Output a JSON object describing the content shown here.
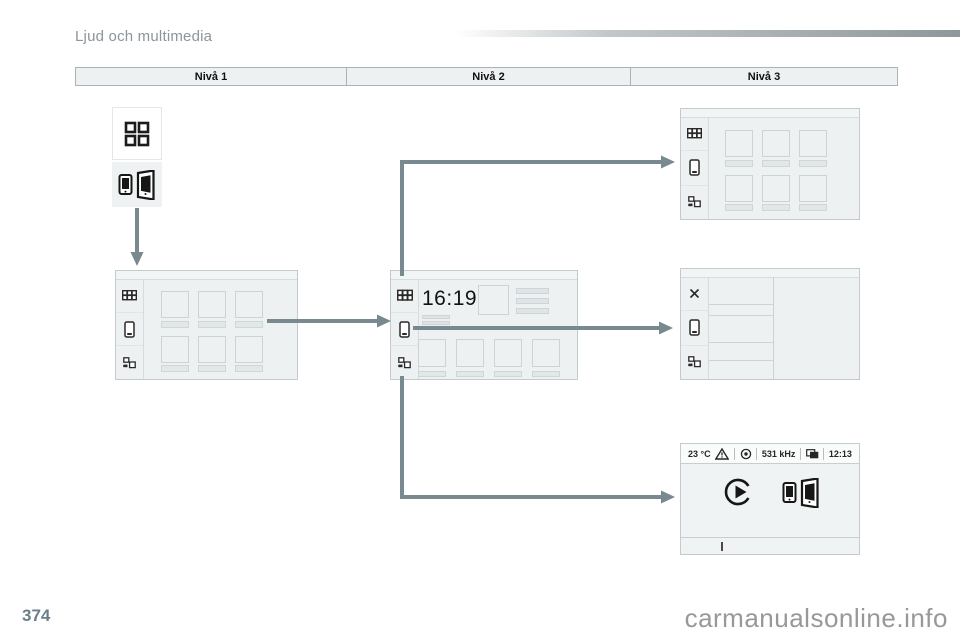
{
  "page": {
    "section_title": "Ljud och multimedia",
    "page_number": "374",
    "watermark": "carmanualsonline.info"
  },
  "table": {
    "columns": [
      "Nivå 1",
      "Nivå 2",
      "Nivå 3"
    ]
  },
  "screens": {
    "level2_home": {
      "clock": "16:19"
    },
    "level3_radio": {
      "temperature": "23 °C",
      "frequency": "531 kHz",
      "time": "12:13"
    }
  },
  "icons": {
    "apps_grid": "2x2 squares grid",
    "screen_mirroring": "two phones side by side",
    "menu_grid": "3x2 mini grid",
    "smartphone": "phone outline",
    "widgets": "tile pair with dash",
    "close": "✕",
    "warning": "⚠ triangle",
    "traffic_announcement": "circled dot",
    "stacked_pages": "layered rectangles",
    "play": "circled play triangle"
  },
  "colors": {
    "arrow": "#78898f",
    "screen_bg": "#edf1f1",
    "screen_border": "#c2cbce",
    "accent_dark": "#1c1c1c"
  }
}
